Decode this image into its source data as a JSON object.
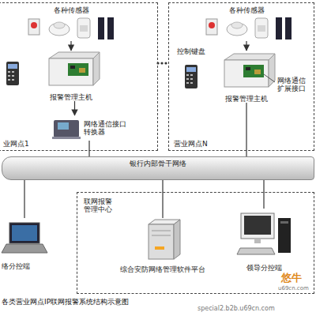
{
  "diagram": {
    "caption": "各类营业网点IP联网报警系统结构示意图",
    "nodes": [
      {
        "text": [
          "业网点1"
        ]
      },
      {
        "text": [
          "各种传感器"
        ],
        "in": 0
      },
      {
        "text": [
          "报警管理主机"
        ],
        "in": 0
      },
      {
        "text": [
          "网络通信接口 转换器"
        ],
        "in": 0
      },
      {
        "text": [
          "营业网点N"
        ]
      },
      {
        "text": [
          "各种传感器"
        ],
        "in": 4
      },
      {
        "text": [
          "控制键盘"
        ],
        "in": 4
      },
      {
        "text": [
          "报警管理主机"
        ],
        "in": 4
      },
      {
        "text": [
          "银行内部骨干网络"
        ]
      },
      {
        "text": [
          "联网报警管理中心"
        ]
      },
      {
        "text": [
          "络分控端"
        ]
      },
      {
        "text": [
          "综合安防网络管理软件平台"
        ],
        "in": 9
      },
      {
        "text": [
          "领导分控端"
        ],
        "in": 9
      }
    ],
    "edges": [
      {
        "from": 1,
        "to": 2,
        "arrow": "to"
      },
      {
        "from": 2,
        "to": 3,
        "arrow": "to"
      },
      {
        "from": 3,
        "to": 8,
        "arrow": "none"
      },
      {
        "from": 5,
        "to": 7,
        "arrow": "to"
      },
      {
        "from": 7,
        "to": 8,
        "arrow": "none"
      },
      {
        "from": 10,
        "to": 8,
        "arrow": "none"
      },
      {
        "from": 11,
        "to": 8,
        "arrow": "none"
      },
      {
        "from": 12,
        "to": 8,
        "arrow": "none"
      }
    ],
    "labels": [
      "网络通信扩展接口",
      "special2.b2b.u69cn.com",
      "悠牛",
      "u69cn.com"
    ]
  }
}
